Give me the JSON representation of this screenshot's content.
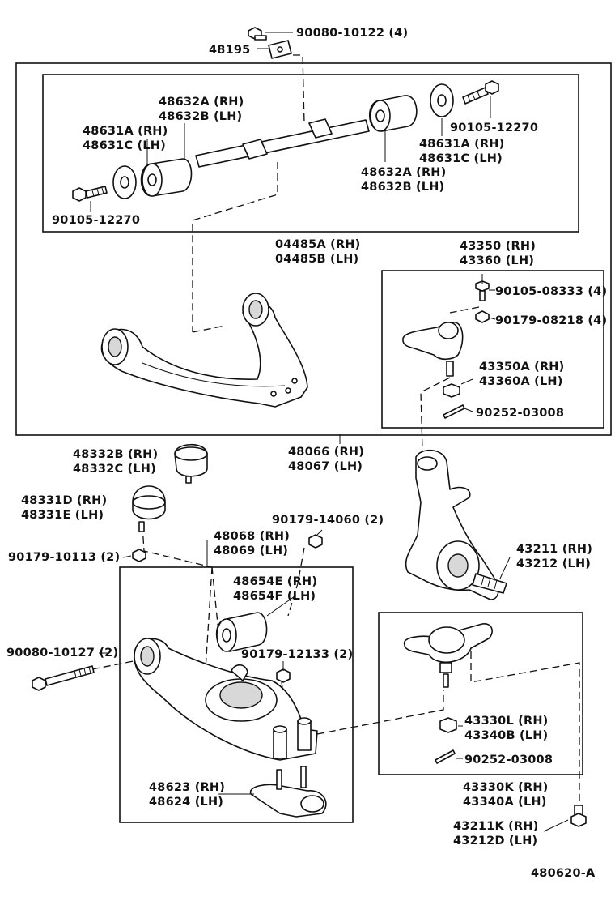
{
  "diagram_id": "480620-A",
  "parts": {
    "bolt_top": "90080-10122 (4)",
    "plate": "48195",
    "bushing_upper_rh": "48632A (RH)",
    "bushing_upper_lh": "48632B (LH)",
    "washer_left_rh": "48631A (RH)",
    "washer_left_lh": "48631C (LH)",
    "bolt_left": "90105-12270",
    "bolt_right": "90105-12270",
    "washer_right_rh": "48631A (RH)",
    "washer_right_lh": "48631C (LH)",
    "bushing_lower_rh": "48632A (RH)",
    "bushing_lower_lh": "48632B (LH)",
    "shaft_kit_rh": "04485A (RH)",
    "shaft_kit_lh": "04485B (LH)",
    "upper_ball_joint_rh": "43350 (RH)",
    "upper_ball_joint_lh": "43360 (LH)",
    "bolt_ball_joint": "90105-08333 (4)",
    "nut_ball_joint": "90179-08218 (4)",
    "castle_nut_rh": "43350A (RH)",
    "castle_nut_lh": "43360A (LH)",
    "cotter_pin_upper": "90252-03008",
    "bumper_rh": "48332B (RH)",
    "bumper_lh": "48332C (LH)",
    "upper_arm_rh": "48066 (RH)",
    "upper_arm_lh": "48067 (LH)",
    "rebound_stopper_rh": "48331D (RH)",
    "rebound_stopper_lh": "48331E (LH)",
    "nut_stopper": "90179-10113 (2)",
    "nut_lower_top": "90179-14060 (2)",
    "lower_arm_rh": "48068 (RH)",
    "lower_arm_lh": "48069 (LH)",
    "lower_bushing_rh": "48654E (RH)",
    "lower_bushing_lh": "48654F (LH)",
    "bolt_lower": "90080-10127 (2)",
    "nut_lower_mid": "90179-12133 (2)",
    "knuckle_rh": "43211 (RH)",
    "knuckle_lh": "43212 (LH)",
    "lower_nut_rh": "43330L (RH)",
    "lower_nut_lh": "43340B (LH)",
    "cotter_pin_lower": "90252-03008",
    "lower_ball_joint_rh": "43330K (RH)",
    "lower_ball_joint_lh": "43340A (LH)",
    "bracket_rh": "48623 (RH)",
    "bracket_lh": "48624 (LH)",
    "knuckle_bolt_rh": "43211K (RH)",
    "knuckle_bolt_lh": "43212D (LH)"
  }
}
